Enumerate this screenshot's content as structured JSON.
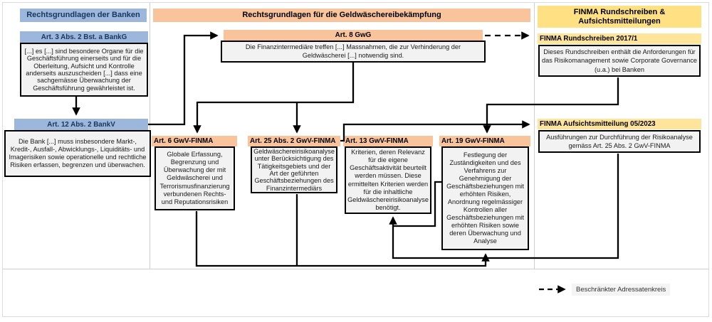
{
  "columns": {
    "banken": {
      "title": "Rechtsgrundlagen der Banken"
    },
    "gwb": {
      "title": "Rechtsgrundlagen für die Geldwäschereibekämpfung"
    },
    "finma": {
      "title": "FINMA Rundschreiben & Aufsichtsmitteilungen"
    }
  },
  "nodes": {
    "art3": {
      "title": "Art. 3 Abs. 2 Bst. a BankG",
      "body": "[...] es [...] sind besondere Organe für die Geschäftsführung einerseits und für die Oberleitung, Aufsicht und Kontrolle anderseits auszuscheiden [...] dass eine sachgemässe Überwachung der Geschäftsführung gewährleistet ist."
    },
    "art12": {
      "title": "Art. 12 Abs. 2 BankV",
      "body": "Die Bank [...] muss insbesondere Markt-, Kredit-, Ausfall-, Abwicklungs-, Liquiditäts- und Imagerisiken sowie operationelle und rechtliche Risiken erfassen, begrenzen und überwachen."
    },
    "art8": {
      "title": "Art. 8 GwG",
      "body": "Die Finanzintermediäre treffen [...] Massnahmen, die zur Verhinderung der Geldwäscherei [...] notwendig sind."
    },
    "art6": {
      "title": "Art. 6 GwV-FINMA",
      "body": "Globale Erfassung, Begrenzung und Überwachung der mit Geldwäscherei und Terrorismusfinanzierung verbundenen Rechts- und Reputationsrisiken"
    },
    "art25": {
      "title": "Art. 25 Abs. 2 GwV-FINMA",
      "body": "Geldwäschereirisikoanalyse unter Berücksichtigung des Tätigkeitsgebiets und der Art der geführten Geschäftsbeziehungen des Finanzintermediärs"
    },
    "art13": {
      "title": "Art. 13 GwV-FINMA",
      "body": "Kriterien, deren Relevanz für die eigene Geschäftsaktivität beurteilt werden müssen. Diese ermittelten Kriterien werden für die inhaltliche Geldwäschereirisikoanalyse benötigt."
    },
    "art19": {
      "title": "Art. 19 GwV-FINMA",
      "body": "Festlegung der Zuständigkeiten und des Verfahrens zur Genehmigung der Geschäftsbeziehungen mit erhöhten Risiken, Anordnung regelmässiger Kontrollen aller Geschäftsbeziehungen mit erhöhten Risiken sowie deren Überwachung und Analyse"
    },
    "rs2017": {
      "title": "FINMA Rundschreiben 2017/1",
      "body": "Dieses Rundschreiben enthält die Anforderungen für das Risikomanagement sowie Corporate Governance (u.a.) bei Banken"
    },
    "am2023": {
      "title": "FINMA Aufsichtsmitteilung 05/2023",
      "body": "Ausführungen zur Durchführung der Risikoanalyse gemäss Art. 25 Abs. 2 GwV-FINMA"
    }
  },
  "legend": {
    "dashed_arrow_label": "Beschränkter Adressatenkreis"
  },
  "colors": {
    "blue_header": "#9DB7DC",
    "orange_header": "#F9C49C",
    "yellow_header": "#FFE183",
    "yellow_subheader": "#FFE49B",
    "box_background": "#F2F2F2",
    "box_border": "#000000",
    "navy_text": "#17365D",
    "connector": "#000000"
  }
}
